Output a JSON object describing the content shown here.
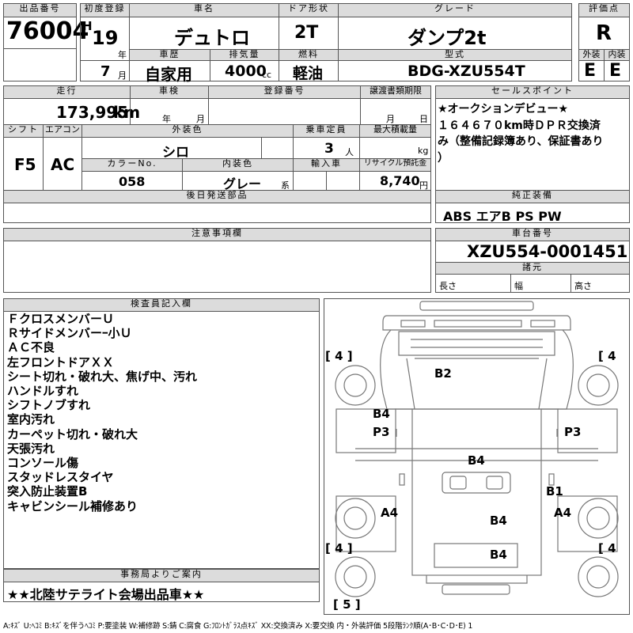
{
  "header": {
    "lot_no_label": "出品番号",
    "lot_no": "76004",
    "first_reg_label": "初度登録",
    "era": "H",
    "year": "19",
    "year_unit": "年",
    "month": "7",
    "month_unit": "月",
    "car_name_label": "車名",
    "car_name": "デュトロ",
    "door_label": "ドア形状",
    "door": "2T",
    "grade_label": "グレード",
    "grade": "ダンプ2t",
    "score_label": "評価点",
    "score": "R",
    "history_label": "車歴",
    "history": "自家用",
    "displacement_label": "排気量",
    "displacement": "4000",
    "displacement_unit": "cc",
    "fuel_label": "燃料",
    "fuel": "軽油",
    "model_label": "型式",
    "model": "BDG-XZU554T",
    "exterior_label": "外装",
    "exterior": "E",
    "interior_label": "内装",
    "interior": "E"
  },
  "details": {
    "mileage_label": "走行",
    "mileage": "173,995",
    "mileage_unit": "km",
    "inspection_label": "車検",
    "inspection_year_unit": "年",
    "inspection_month_unit": "月",
    "reg_no_label": "登録番号",
    "transfer_label": "譲渡書類期限",
    "transfer_month_unit": "月",
    "transfer_day_unit": "日",
    "shift_label": "シフト",
    "shift": "F5",
    "ac_label": "エアコン",
    "ac": "AC",
    "ext_color_label": "外装色",
    "ext_color": "シロ",
    "capacity_label": "乗車定員",
    "capacity": "3",
    "capacity_unit": "人",
    "max_load_label": "最大積載量",
    "max_load_unit": "kg",
    "color_no_label": "カラーNo.",
    "color_no": "058",
    "int_color_label": "内装色",
    "int_color": "グレー",
    "int_color_unit": "系",
    "import_label": "輸入車",
    "recycle_label": "リサイクル預託金",
    "recycle": "8,740",
    "recycle_unit": "円",
    "later_parts_label": "後日発送部品",
    "caution_label": "注意事項欄"
  },
  "sales": {
    "label": "セールスポイント",
    "lines": [
      "★オークションデビュー★",
      "１６４６７０km時ＤＰＲ交換済",
      "み（整備記録簿あり、保証書あり",
      "）"
    ]
  },
  "equipment": {
    "label": "純正装備",
    "value": "ABS エアB PS PW"
  },
  "chassis": {
    "label": "車台番号",
    "value": "XZU554-0001451",
    "specs_label": "諸元",
    "length_label": "長さ",
    "width_label": "幅",
    "height_label": "高さ"
  },
  "inspector": {
    "label": "検査員記入欄",
    "notes": [
      "ＦクロスメンバーＵ",
      "Ｒサイドメンバーｰ小Ｕ",
      "ＡＣ不良",
      "左フロントドアＸＸ",
      "シート切れ・破れ大、焦げ中、汚れ",
      "ハンドルすれ",
      "シフトノブすれ",
      "室内汚れ",
      "カーペット切れ・破れ大",
      "天張汚れ",
      "コンソール傷",
      "スタッドレスタイヤ",
      "突入防止装置B",
      "キャビンシール補修あり"
    ]
  },
  "office": {
    "label": "事務局よりご案内",
    "value": "★★北陸サテライト会場出品車★★"
  },
  "diagram": {
    "marks": [
      "B2",
      "B4",
      "P3",
      "P3",
      "B4",
      "B1",
      "A4",
      "B4",
      "A4",
      "B4"
    ],
    "tires": [
      "4",
      "4",
      "4",
      "4",
      "5"
    ]
  },
  "legend": "A:ｷｽﾞ U:ﾍｺﾐ B:ｷｽﾞを伴うﾍｺﾐ P:要塗装 W:補修跡 S:錆 C:腐食 G:ﾌﾛﾝﾄｶﾞﾗｽ点ｷｽﾞ XX:交換済み X:要交換 内・外装評価 5段階ﾗﾝｸ順(A･B･C･D･E) 1"
}
